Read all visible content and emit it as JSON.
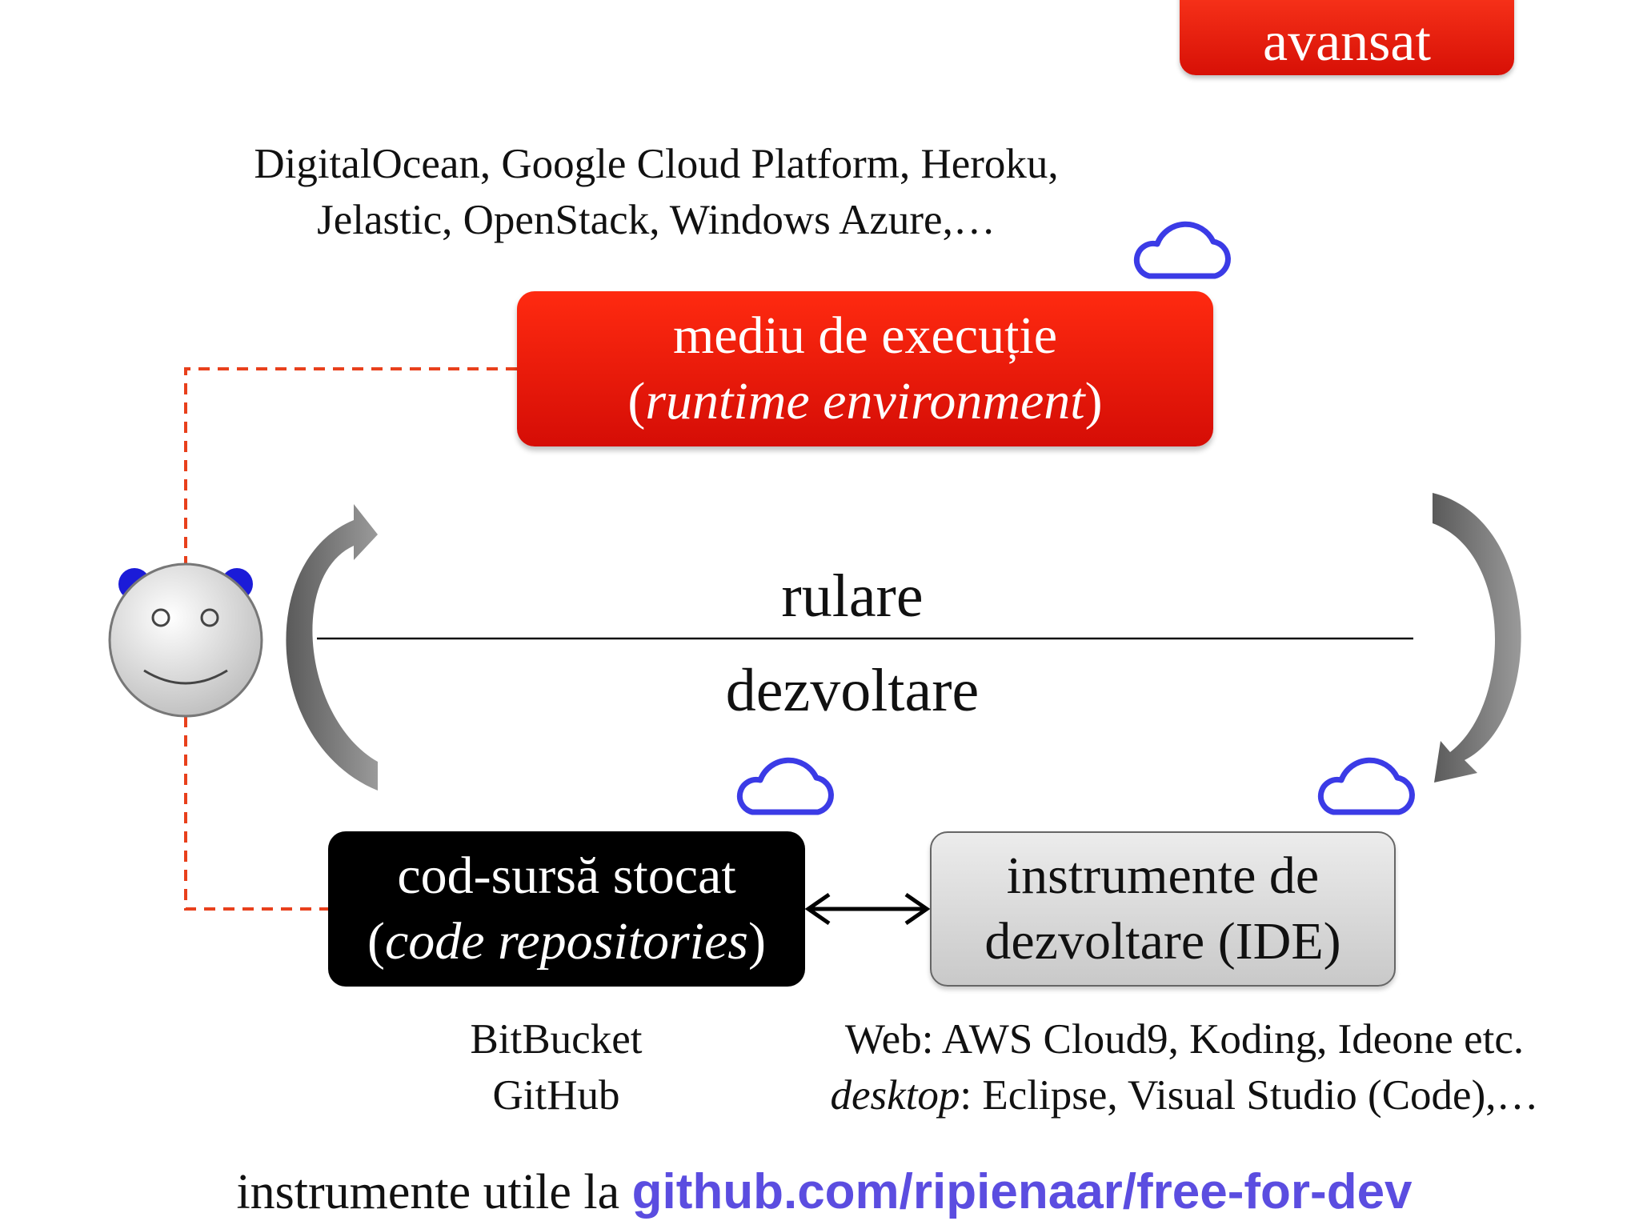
{
  "badge": {
    "label": "avansat"
  },
  "providers": {
    "line1": "DigitalOcean, Google Cloud Platform, Heroku,",
    "line2": "Jelastic, OpenStack, Windows Azure,…"
  },
  "runtime": {
    "title": "mediu de execuție",
    "open_paren": "(",
    "subtitle": "runtime environment",
    "close_paren": ")"
  },
  "cycle": {
    "top_label": "rulare",
    "bottom_label": "dezvoltare"
  },
  "repo": {
    "title": "cod-sursă stocat",
    "open_paren": "(",
    "subtitle": "code repositories",
    "close_paren": ")",
    "examples": [
      "BitBucket",
      "GitHub"
    ]
  },
  "ide": {
    "title_line1": "instrumente de",
    "title_line2": "dezvoltare (IDE)",
    "web_line": "Web: AWS Cloud9, Koding, Ideone etc.",
    "desktop_prefix": "desktop",
    "desktop_rest": ": Eclipse, Visual Studio (Code),…"
  },
  "footer": {
    "text": "instrumente utile la ",
    "link": "github.com/ripienaar/free-for-dev"
  },
  "colors": {
    "accent_red": "#e8140a",
    "cloud_blue": "#3b3be6",
    "link_blue": "#5b4de0",
    "dashed_line": "#e8401c"
  },
  "icons": [
    "cloud-icon",
    "smiley-face-icon",
    "curved-arrow-icon",
    "double-arrow-icon"
  ]
}
